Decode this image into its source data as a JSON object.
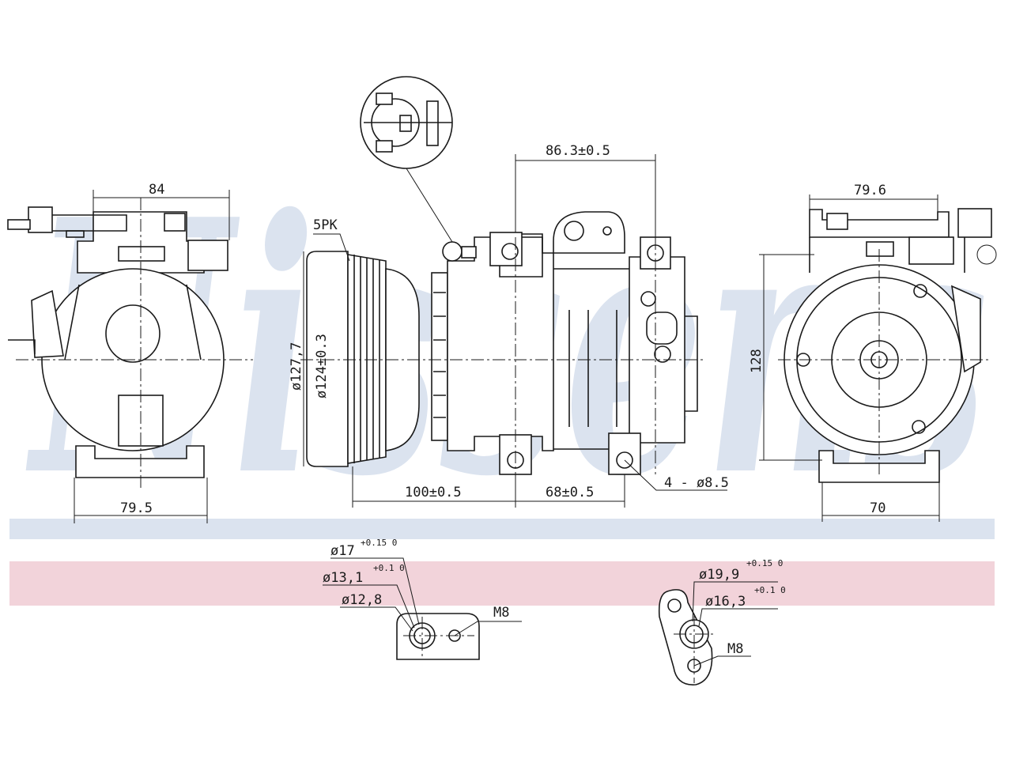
{
  "brand": {
    "watermark": "Nissens",
    "watermark_color": "#dbe3ef",
    "band_blue": "#dbe3ef",
    "band_pink": "#f2d3da"
  },
  "dimensions": {
    "left_top_width": "84",
    "left_bottom_width": "79.5",
    "belt_type": "5PK",
    "outer_diameter": "ø127,7",
    "pulley_diameter": "ø124±0.3",
    "port_spacing": "86.3±0.5",
    "mount_spacing_a": "100±0.5",
    "mount_spacing_b": "68±0.5",
    "mount_holes": "4 - ø8.5",
    "right_top_width": "79.6",
    "right_height": "128",
    "right_bottom_width": "70"
  },
  "suction_port": {
    "d1_base": "ø17",
    "d1_tol": "+0.15 0",
    "d2_base": "ø13,1",
    "d2_tol": "+0.1 0",
    "d3": "ø12,8",
    "bolt": "M8"
  },
  "discharge_port": {
    "d1_base": "ø19,9",
    "d1_tol": "+0.15 0",
    "d2_base": "ø16,3",
    "d2_tol": "+0.1 0",
    "bolt": "M8"
  }
}
